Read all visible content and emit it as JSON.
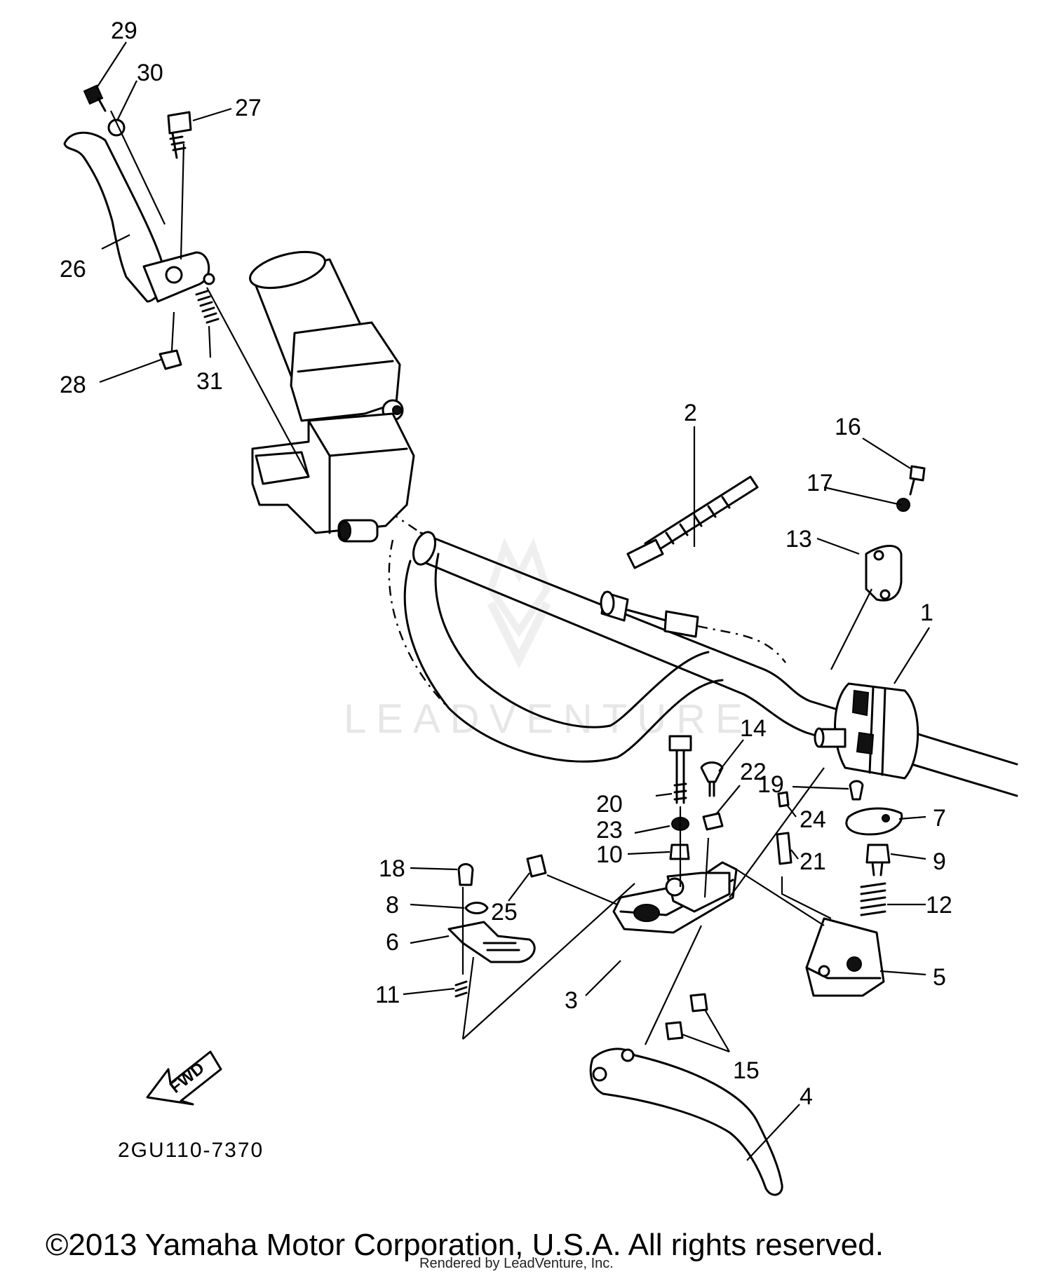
{
  "diagram": {
    "reference_code": "2GU110-7370",
    "direction_arrow": "FWD",
    "watermark": "LEADVENTURE",
    "copyright": "©2013 Yamaha Motor Corporation, U.S.A. All rights reserved.",
    "rendered_by": "Rendered by LeadVenture, Inc.",
    "callouts": {
      "c1": "1",
      "c2": "2",
      "c3": "3",
      "c4": "4",
      "c5": "5",
      "c6": "6",
      "c7": "7",
      "c8": "8",
      "c9": "9",
      "c10": "10",
      "c11": "11",
      "c12": "12",
      "c13": "13",
      "c14": "14",
      "c15": "15",
      "c16": "16",
      "c17": "17",
      "c18": "18",
      "c19": "19",
      "c20": "20",
      "c21": "21",
      "c22": "22",
      "c23": "23",
      "c24": "24",
      "c25": "25",
      "c26": "26",
      "c27": "27",
      "c28": "28",
      "c29": "29",
      "c30": "30",
      "c31": "31"
    }
  }
}
